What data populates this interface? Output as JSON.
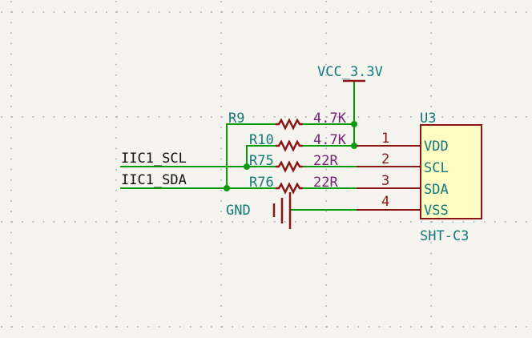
{
  "colors": {
    "background": "#f5f4ef",
    "grid": "#b4b4b4",
    "wire": "#0a9b0a",
    "junction": "#0a9b0a",
    "component": "#8b1414",
    "reference": "#117a7a",
    "value": "#7a1e7a",
    "net_label": "#111111",
    "power": "#117a7a",
    "ic_fill": "#fffcc4",
    "ic_border": "#8b1414"
  },
  "power": {
    "vcc_label": "VCC_3.3V",
    "gnd_label": "GND"
  },
  "nets": {
    "scl": "IIC1_SCL",
    "sda": "IIC1_SDA"
  },
  "resistors": [
    {
      "ref": "R9",
      "value": "4.7K"
    },
    {
      "ref": "R10",
      "value": "4.7K"
    },
    {
      "ref": "R75",
      "value": "22R"
    },
    {
      "ref": "R76",
      "value": "22R"
    }
  ],
  "ic": {
    "ref": "U3",
    "part": "SHT-C3",
    "pins": [
      {
        "number": "1",
        "name": "VDD"
      },
      {
        "number": "2",
        "name": "SCL"
      },
      {
        "number": "3",
        "name": "SDA"
      },
      {
        "number": "4",
        "name": "VSS"
      }
    ]
  }
}
